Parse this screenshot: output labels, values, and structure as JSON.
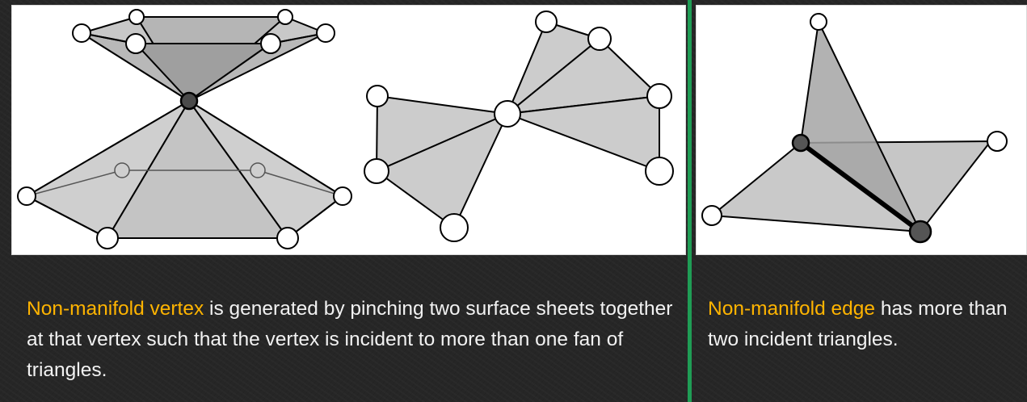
{
  "captions": {
    "vertex": {
      "term": "Non-manifold vertex",
      "rest": " is generated by pinching two surface sheets together at that vertex such that the vertex is incident to more than one fan of triangles."
    },
    "edge": {
      "term": "Non-manifold edge",
      "rest": " has more than two incident triangles."
    }
  },
  "colors": {
    "background": "#262626",
    "panel": "#ffffff",
    "divider": "#1f9d55",
    "highlight_text": "#ffb400",
    "body_text": "#f2f2f2",
    "face_light": "#cfcfcf",
    "face_dark": "#a8a8a8",
    "highlight_vertex": "#555555"
  }
}
